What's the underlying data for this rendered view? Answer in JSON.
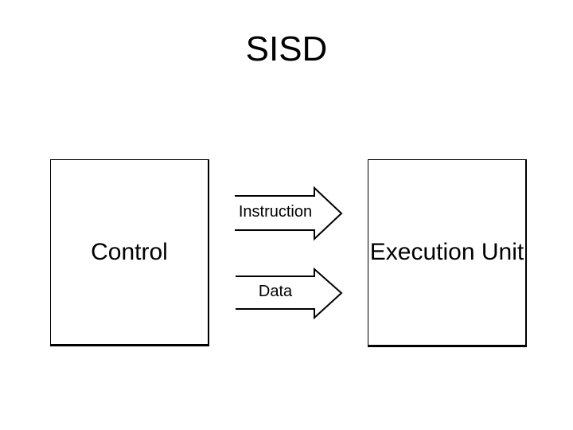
{
  "slide": {
    "title": "SISD",
    "colors": {
      "background": "#ffffff",
      "line": "#000000",
      "text": "#000000"
    }
  },
  "diagram": {
    "boxes": [
      {
        "id": "control",
        "label": "Control"
      },
      {
        "id": "execution-unit",
        "label": "Execution Unit"
      }
    ],
    "arrows": [
      {
        "id": "instruction",
        "label": "Instruction",
        "direction": "right",
        "from": "control",
        "to": "execution-unit"
      },
      {
        "id": "data",
        "label": "Data",
        "direction": "right",
        "from": "control",
        "to": "execution-unit"
      }
    ]
  }
}
